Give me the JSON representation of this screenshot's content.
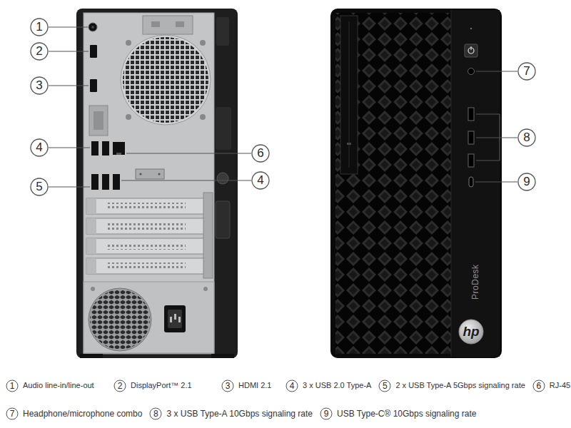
{
  "diagram": {
    "nodes": [
      {
        "text": [
          "1"
        ]
      },
      {
        "text": [
          "2"
        ]
      },
      {
        "text": [
          "3"
        ]
      },
      {
        "text": [
          "4"
        ]
      },
      {
        "text": [
          "5"
        ]
      },
      {
        "text": [
          "6"
        ]
      },
      {
        "text": [
          "4"
        ]
      },
      {
        "text": [
          "7"
        ]
      },
      {
        "text": [
          "8"
        ]
      },
      {
        "text": [
          "9"
        ]
      },
      {
        "text": [
          "1"
        ]
      },
      {
        "text": [
          "2"
        ]
      },
      {
        "text": [
          "3"
        ]
      },
      {
        "text": [
          "4"
        ]
      },
      {
        "text": [
          "5"
        ]
      },
      {
        "text": [
          "6"
        ]
      },
      {
        "text": [
          "7"
        ]
      },
      {
        "text": [
          "8"
        ]
      },
      {
        "text": [
          "9"
        ]
      }
    ],
    "labels": [
      "Audio line-in/line-out",
      "DisplayPort™ 2.1",
      "HDMI 2.1",
      "3 x USB 2.0 Type-A",
      "2 x USB Type-A 5Gbps signaling rate",
      "RJ-45",
      "Headphone/microphone combo",
      "3 x USB Type-A 10Gbps signaling rate",
      "USB Type-C® 10Gbps signaling rate",
      "ProDesk",
      "hp"
    ]
  }
}
